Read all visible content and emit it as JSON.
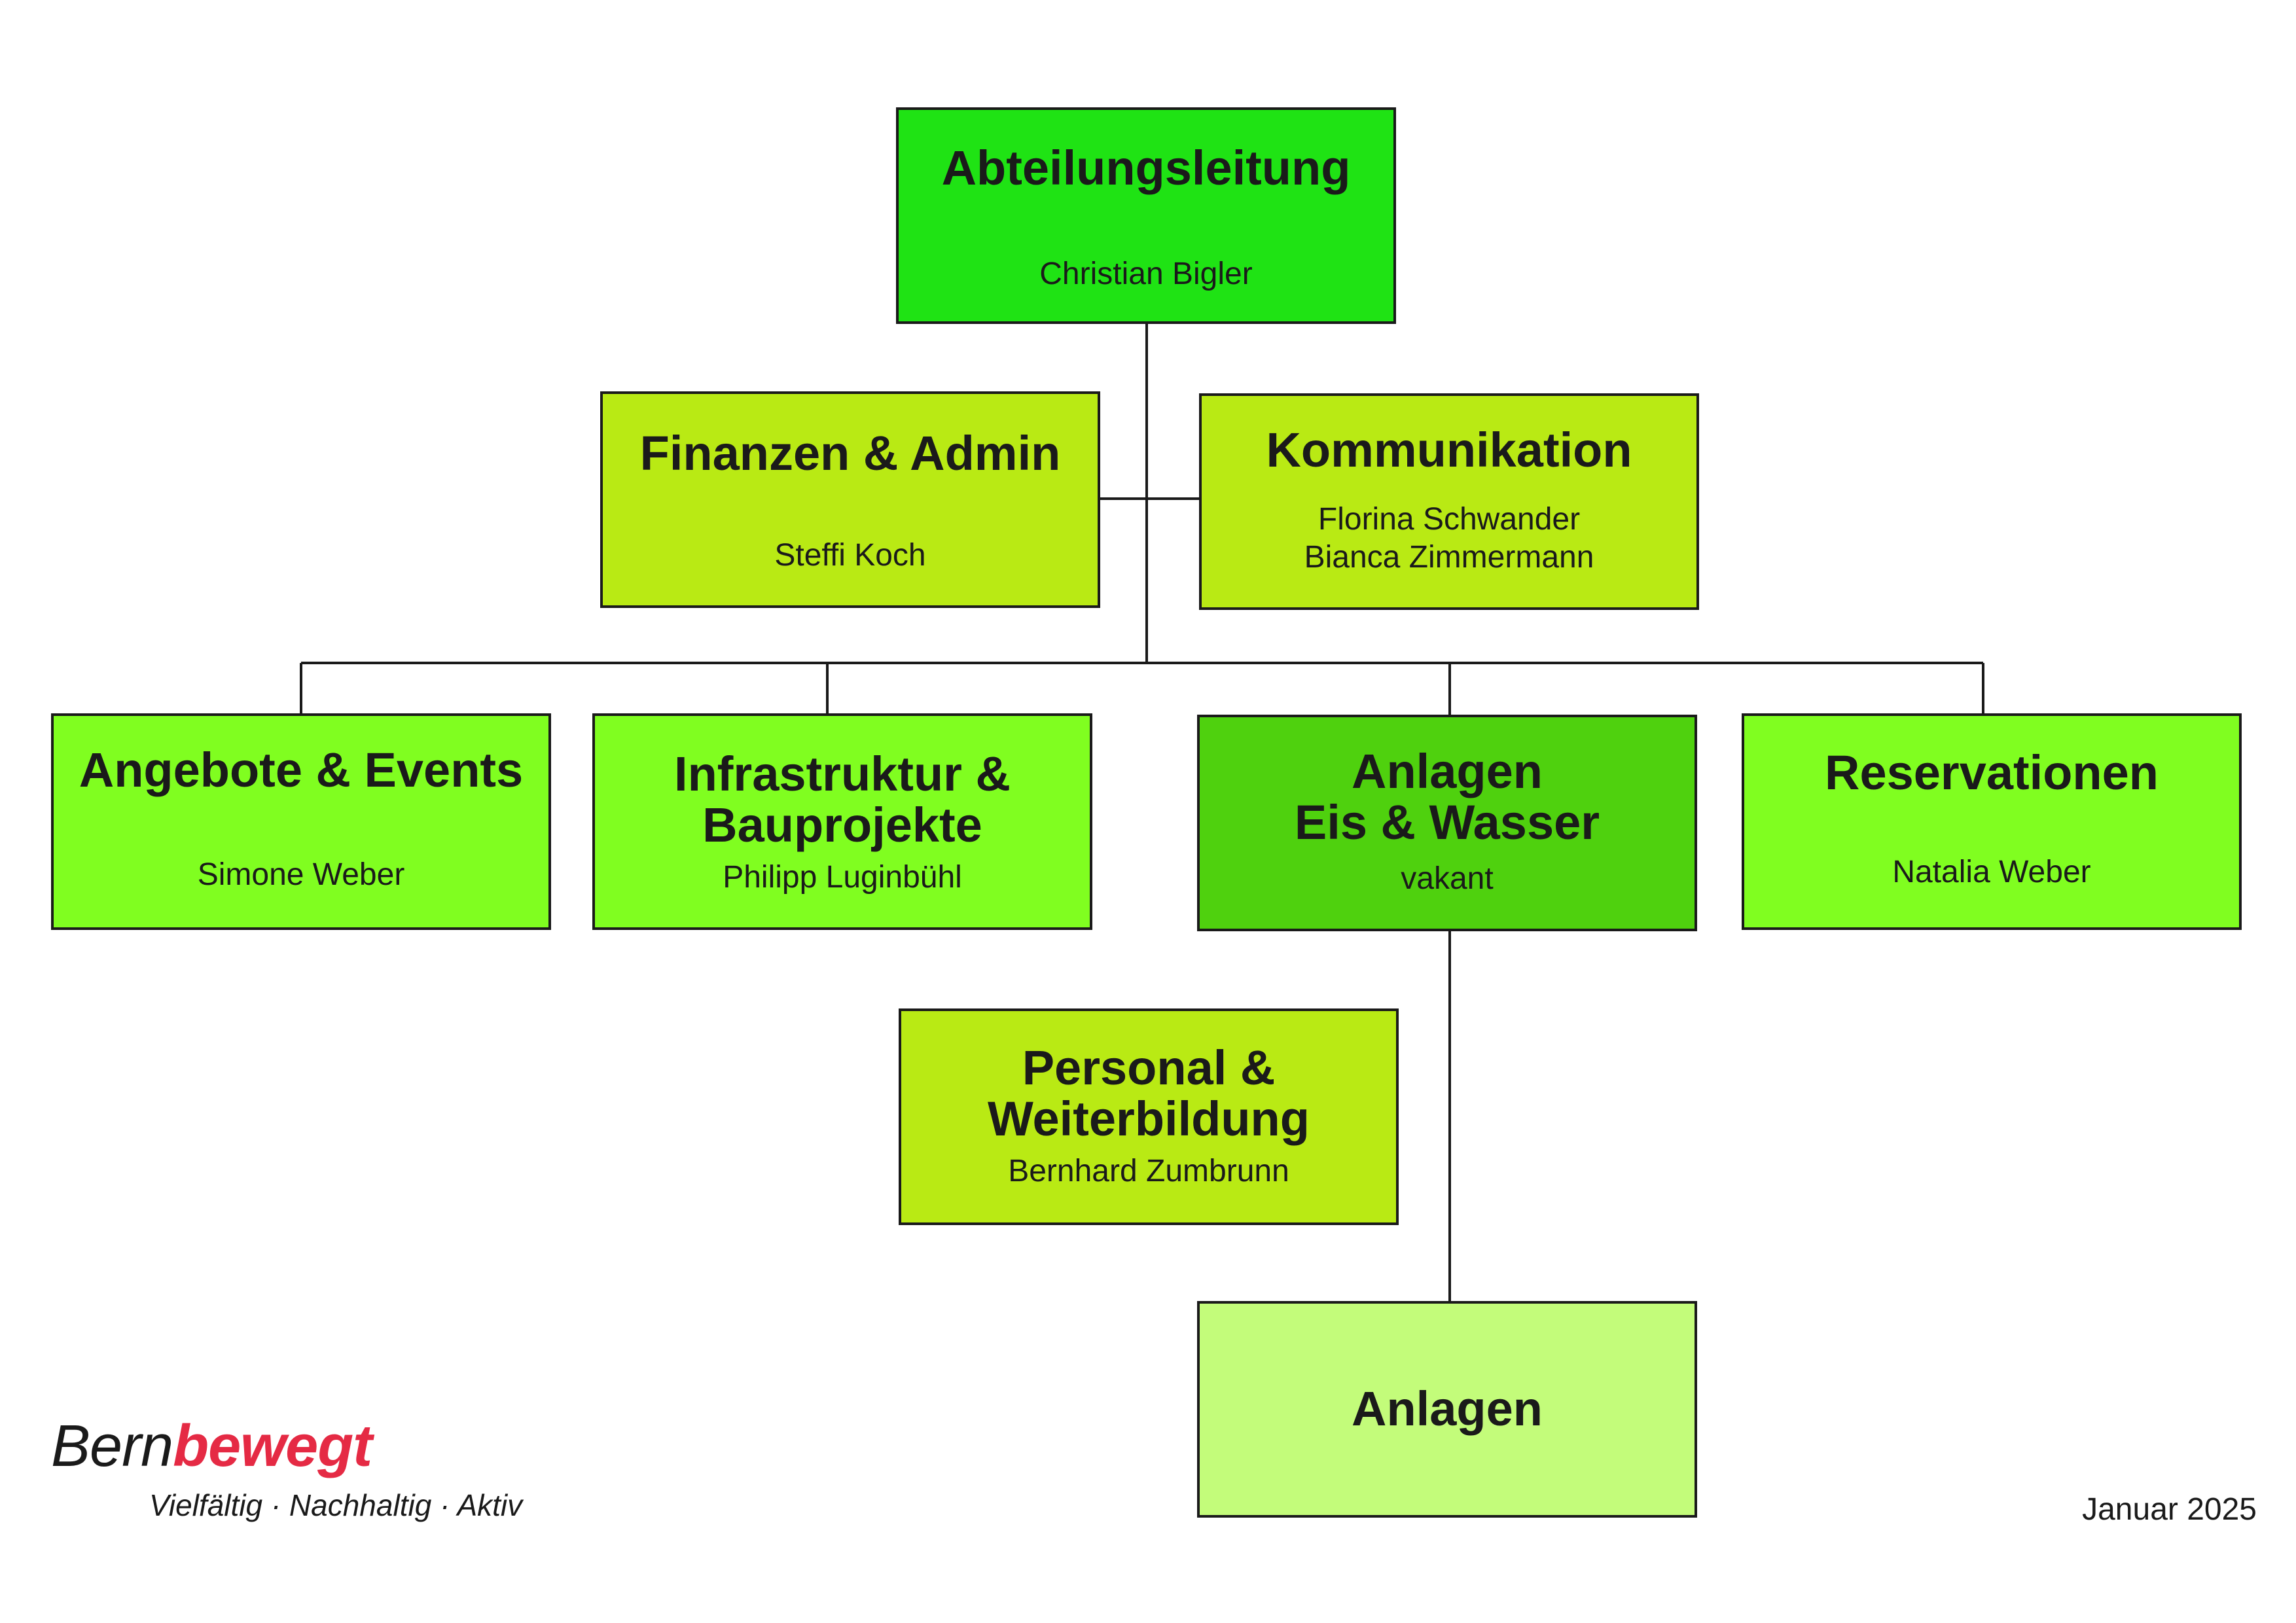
{
  "org": {
    "head": {
      "title": "Abteilungsleitung",
      "person": "Christian Bigler"
    },
    "staff_left": {
      "title": "Finanzen & Admin",
      "person": "Steffi Koch"
    },
    "staff_right": {
      "title": "Kommunikation",
      "person": "Florina Schwander\nBianca Zimmermann"
    },
    "units": [
      {
        "title": "Angebote & Events",
        "person": "Simone Weber"
      },
      {
        "title": "Infrastruktur &\nBauprojekte",
        "person": "Philipp Luginbühl"
      },
      {
        "title": "Anlagen\nEis & Wasser",
        "person": "vakant"
      },
      {
        "title": "Reservationen",
        "person": "Natalia Weber"
      }
    ],
    "personal": {
      "title": "Personal &\nWeiterbildung",
      "person": "Bernhard Zumbrunn"
    },
    "sub_unit": {
      "title": "Anlagen"
    }
  },
  "branding": {
    "logo_part1": "Bern",
    "logo_part2": "bewegt",
    "tagline": "Vielfältig · Nachhaltig · Aktiv"
  },
  "date": "Januar 2025",
  "colors": {
    "head": "#1fe314",
    "staff": "#b9ea14",
    "unit": "#80fe20",
    "unit_highlight": "#4fd10e",
    "sub_unit": "#c3fc7a",
    "brand_red": "#e52a44",
    "line": "#1a1a1a"
  }
}
